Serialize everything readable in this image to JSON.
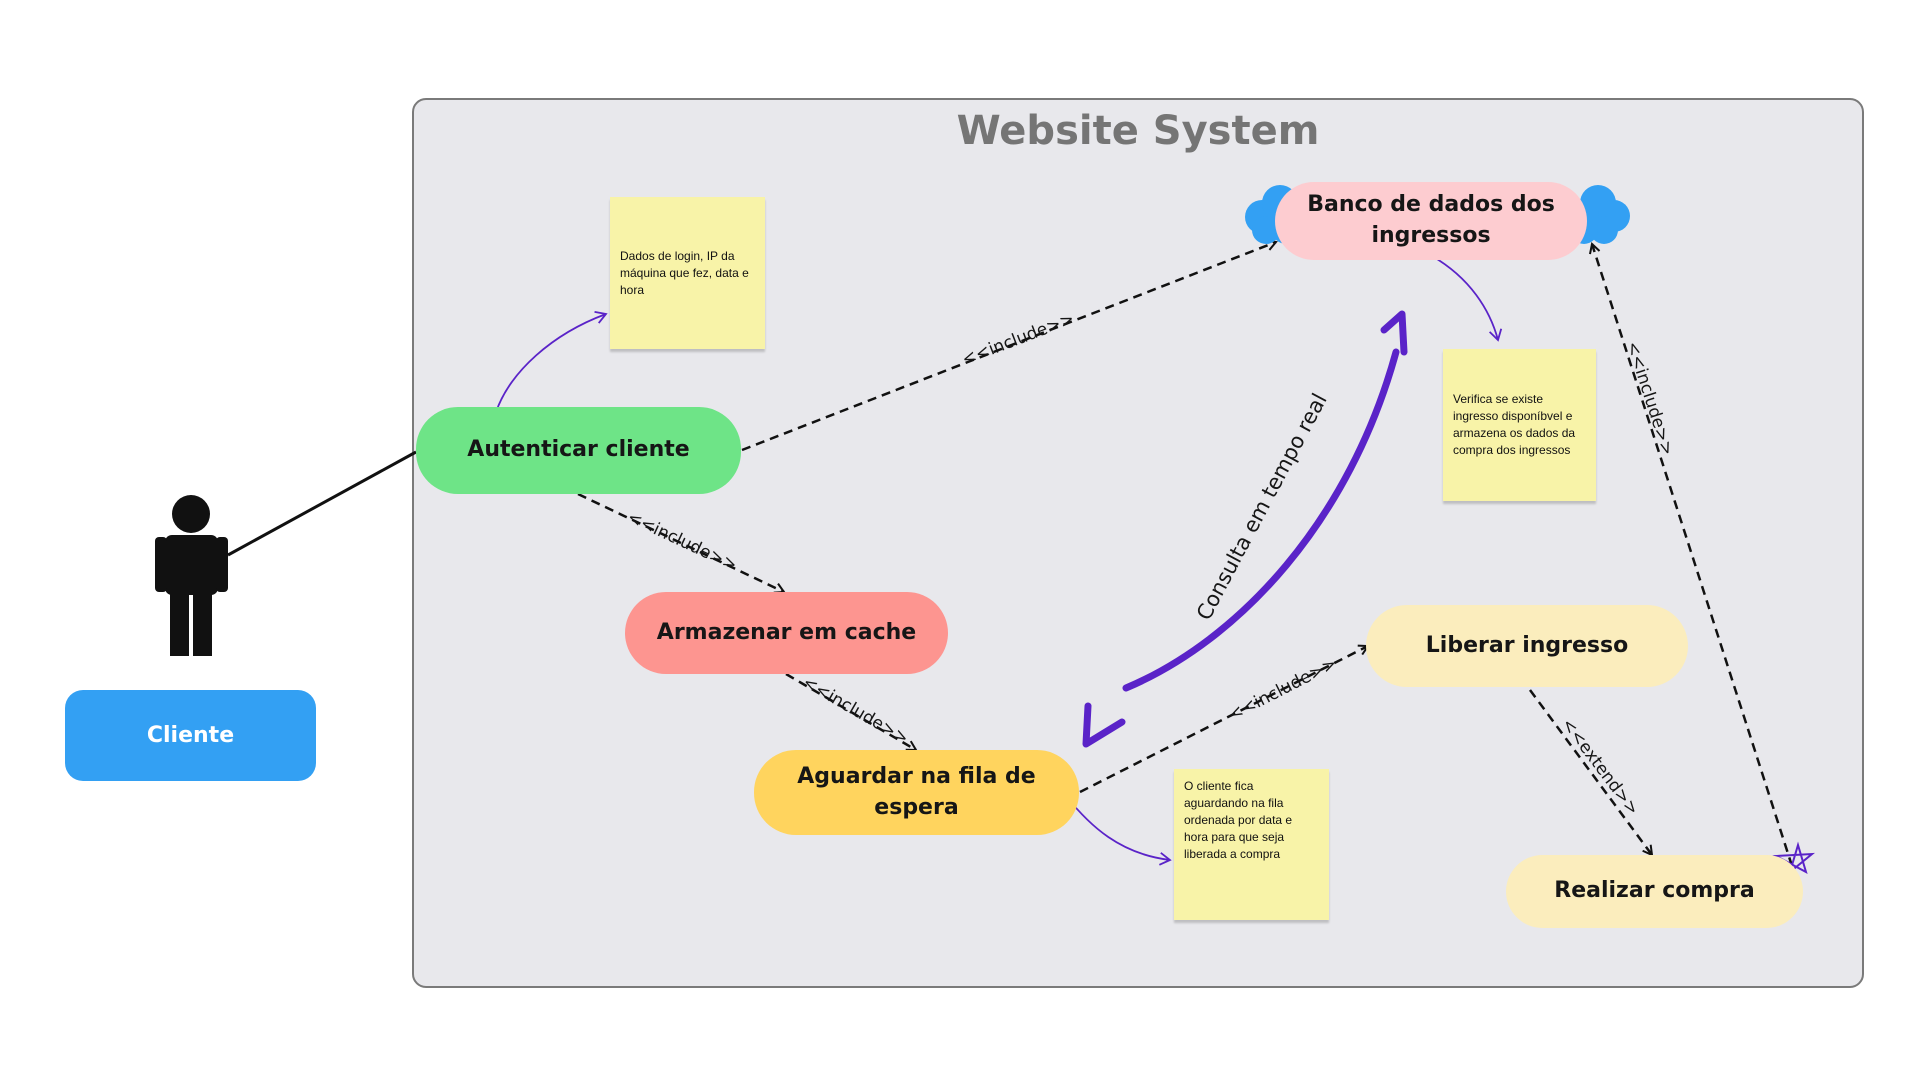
{
  "system": {
    "title": "Website System"
  },
  "actor": {
    "label": "Cliente",
    "icon": "person-icon"
  },
  "use_cases": {
    "autenticar": "Autenticar cliente",
    "armazenar": "Armazenar em cache",
    "aguardar": "Aguardar na fila de espera",
    "banco_line1": "Banco de dados dos",
    "banco_line2": "ingressos",
    "liberar": "Liberar ingresso",
    "realizar": "Realizar compra"
  },
  "notes": {
    "login": "Dados de login, IP da máquina que fez, data e hora",
    "banco": "Verifica se existe ingresso disponíbvel e armazena os dados da compra dos ingressos",
    "fila": "O cliente fica aguardando na fila ordenada por data e hora para que seja liberada a compra"
  },
  "relations": {
    "include": "<<include>>",
    "extend": "<<extend>>",
    "realtime": "Consulta em tempo real"
  },
  "colors": {
    "green": "#6ee487",
    "coral": "#fd9590",
    "orange": "#ffd45e",
    "pink": "#fdccd0",
    "cream": "#fbedbd",
    "blue": "#33a0f3",
    "purple": "#5a23c8",
    "note": "#f8f3a8"
  }
}
